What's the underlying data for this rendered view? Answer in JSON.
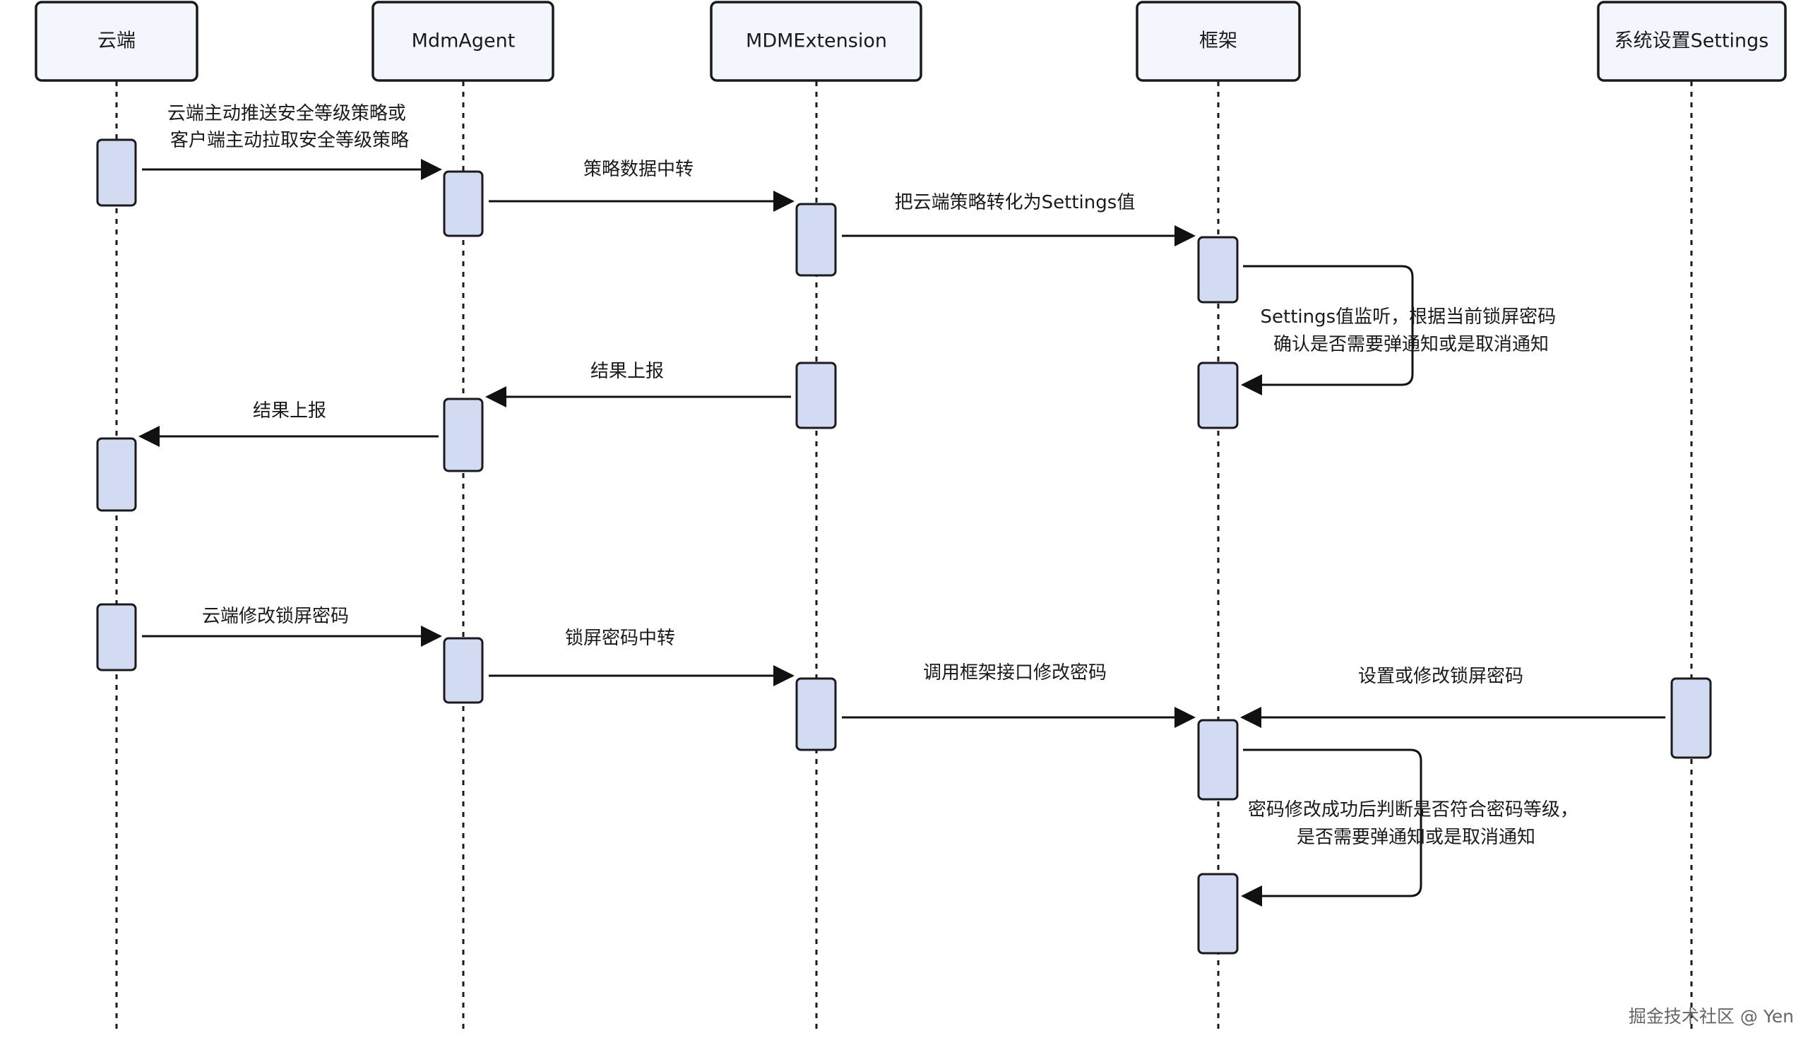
{
  "participants": [
    {
      "id": "cloud",
      "label": "云端"
    },
    {
      "id": "agent",
      "label": "MdmAgent"
    },
    {
      "id": "ext",
      "label": "MDMExtension"
    },
    {
      "id": "framework",
      "label": "框架"
    },
    {
      "id": "settings",
      "label": "系统设置Settings"
    }
  ],
  "messages": {
    "m1": [
      "云端主动推送安全等级策略或",
      "客户端主动拉取安全等级策略"
    ],
    "m2": [
      "策略数据中转"
    ],
    "m3": [
      "把云端策略转化为Settings值"
    ],
    "m4": [
      "Settings值监听，根据当前锁屏密码",
      "确认是否需要弹通知或是取消通知"
    ],
    "m5": [
      "结果上报"
    ],
    "m6": [
      "结果上报"
    ],
    "m7": [
      "云端修改锁屏密码"
    ],
    "m8": [
      "锁屏密码中转"
    ],
    "m9": [
      "调用框架接口修改密码"
    ],
    "m10": [
      "设置或修改锁屏密码"
    ],
    "m11": [
      "密码修改成功后判断是否符合密码等级，",
      "是否需要弹通知或是取消通知"
    ]
  },
  "watermark": "掘金技术社区 @ Yen"
}
